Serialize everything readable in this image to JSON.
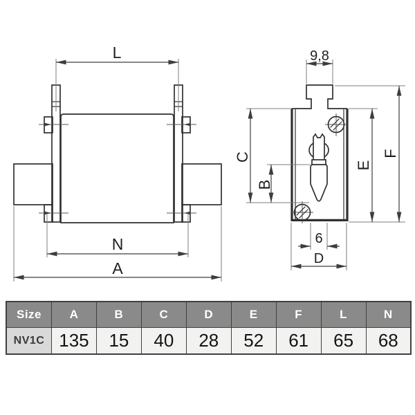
{
  "labels": {
    "front": {
      "L": "L",
      "N": "N",
      "A": "A"
    },
    "side": {
      "blade_width": "9,8",
      "C": "C",
      "B": "B",
      "E": "E",
      "F": "F",
      "indicator_width": "6",
      "D": "D"
    }
  },
  "table": {
    "headers": [
      "Size",
      "A",
      "B",
      "C",
      "D",
      "E",
      "F",
      "L",
      "N"
    ],
    "row": {
      "size": "NV1C",
      "values": [
        "135",
        "15",
        "40",
        "28",
        "52",
        "61",
        "65",
        "68"
      ]
    }
  },
  "colors": {
    "line_color": "#2f2f2f",
    "dim_color": "#3d3d3d",
    "ext_color": "#7d7d7d",
    "label_color": "#1e1e1e",
    "table_border": "#3f3f3f",
    "table_header_bg": "#8a8a8a",
    "table_header_text": "#ffffff",
    "size_cell_bg": "#d9d9d9",
    "size_cell_text": "#3a3a3a",
    "data_cell_bg": "#f2f2f1",
    "data_cell_text": "#141414",
    "page_bg": "#ffffff"
  }
}
